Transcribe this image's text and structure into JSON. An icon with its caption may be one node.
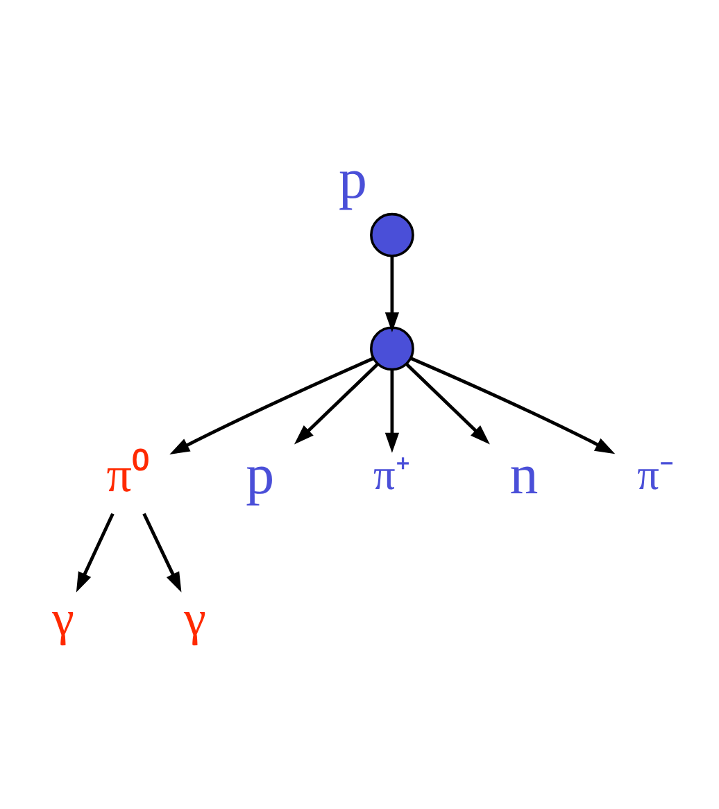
{
  "diagram": {
    "nodes": [
      {
        "text": [],
        "shape": "circle",
        "beside": [
          "p"
        ]
      },
      {
        "text": [],
        "shape": "circle"
      },
      {
        "text": [
          "π⁰"
        ]
      },
      {
        "text": [
          "p"
        ]
      },
      {
        "text": [
          "π⁺"
        ]
      },
      {
        "text": [
          "n"
        ]
      },
      {
        "text": [
          "π⁻"
        ]
      },
      {
        "text": [
          "γ"
        ]
      },
      {
        "text": [
          "γ"
        ]
      }
    ],
    "edges": [
      {
        "from": 0,
        "to": 1,
        "arrow": "to"
      },
      {
        "from": 1,
        "to": 2,
        "arrow": "to"
      },
      {
        "from": 1,
        "to": 3,
        "arrow": "to"
      },
      {
        "from": 1,
        "to": 4,
        "arrow": "to"
      },
      {
        "from": 1,
        "to": 5,
        "arrow": "to"
      },
      {
        "from": 1,
        "to": 6,
        "arrow": "to"
      },
      {
        "from": 2,
        "to": 7,
        "arrow": "to"
      },
      {
        "from": 2,
        "to": 8,
        "arrow": "to"
      }
    ]
  }
}
